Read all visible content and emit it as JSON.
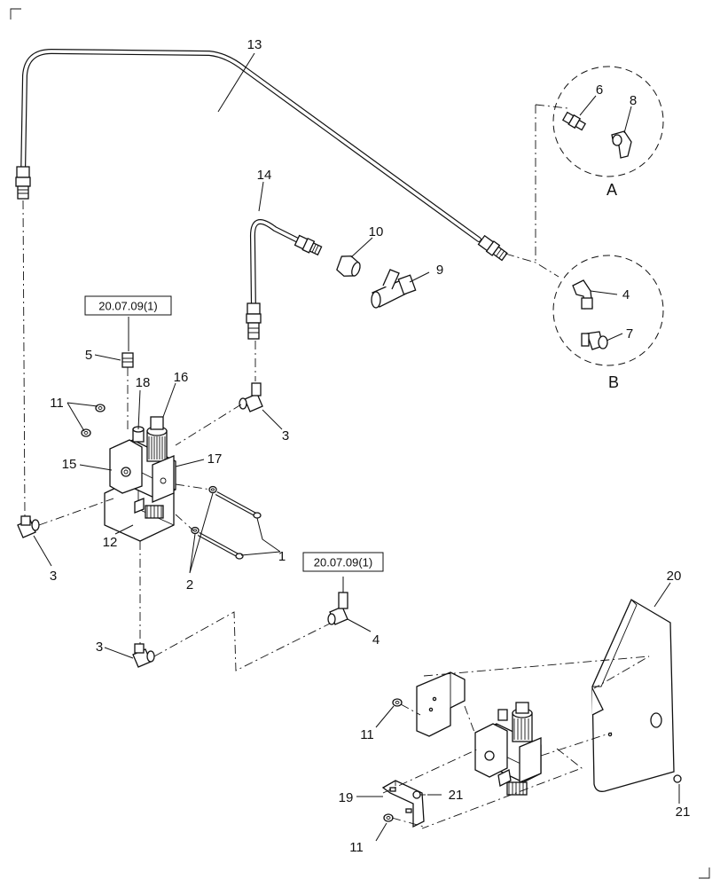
{
  "callouts": {
    "c13": "13",
    "c14": "14",
    "c10": "10",
    "c9": "9",
    "c6": "6",
    "c8": "8",
    "detail_a": "A",
    "c4_top": "4",
    "c7": "7",
    "detail_b": "B",
    "c5": "5",
    "c18": "18",
    "c16": "16",
    "c11_top": "11",
    "c15": "15",
    "c17": "17",
    "c12": "12",
    "c3_left": "3",
    "c3_mid": "3",
    "c1": "1",
    "c2": "2",
    "c3_bottom": "3",
    "c4_bottom": "4",
    "c20": "20",
    "c11_mid": "11",
    "c19": "19",
    "c21_left": "21",
    "c21_right": "21",
    "c11_bottom": "11"
  },
  "references": {
    "ref_top": "20.07.09(1)",
    "ref_bottom": "20.07.09(1)"
  }
}
